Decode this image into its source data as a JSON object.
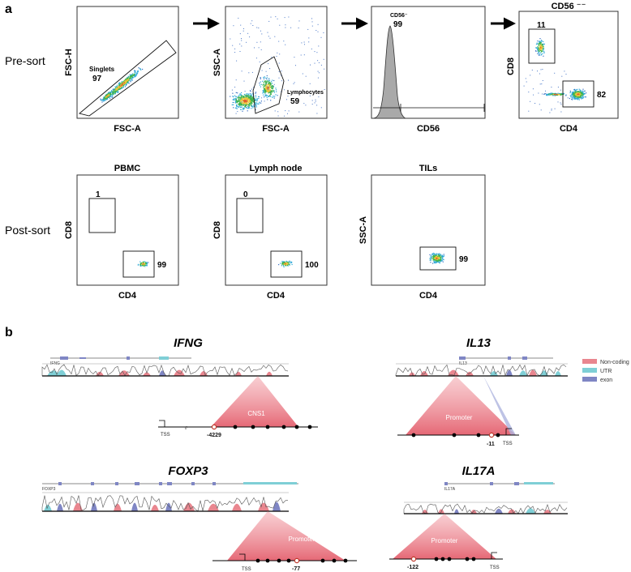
{
  "panel_a": {
    "letter": "a",
    "rows": {
      "pre": "Pre-sort",
      "post": "Post-sort"
    },
    "pre_sort": [
      {
        "id": "singlets",
        "xlabel": "FSC-A",
        "ylabel": "FSC-H",
        "gate_name": "Singlets",
        "gate_value": "97"
      },
      {
        "id": "lymph",
        "xlabel": "FSC-A",
        "ylabel": "SSC-A",
        "gate_name": "Lymphocytes",
        "gate_value": "59"
      },
      {
        "id": "cd56hist",
        "xlabel": "CD56",
        "gate_name": "CD56⁻",
        "gate_value": "99"
      },
      {
        "id": "cd4cd8",
        "title": "CD56 ⁻⁻",
        "xlabel": "CD4",
        "ylabel": "CD8",
        "gate_values": [
          "11",
          "82"
        ]
      }
    ],
    "post_sort": [
      {
        "id": "pbmc",
        "title": "PBMC",
        "xlabel": "CD4",
        "ylabel": "CD8",
        "gate_values": [
          "1",
          "99"
        ]
      },
      {
        "id": "ln",
        "title": "Lymph node",
        "xlabel": "CD4",
        "ylabel": "CD8",
        "gate_values": [
          "0",
          "100"
        ]
      },
      {
        "id": "tils",
        "title": "TILs",
        "xlabel": "CD4",
        "ylabel": "SSC-A",
        "gate_values": [
          "99"
        ]
      }
    ]
  },
  "panel_b": {
    "letter": "b",
    "legend": [
      {
        "label": "Non-coding",
        "color": "#e9868f"
      },
      {
        "label": "UTR",
        "color": "#7fcfd6"
      },
      {
        "label": "exon",
        "color": "#7f86c4"
      }
    ],
    "genes": [
      {
        "id": "ifng",
        "name": "IFNG",
        "track_label": "IFNG",
        "region_label": "CNS1",
        "tss_label": "TSS",
        "site_label": "-4229"
      },
      {
        "id": "il13",
        "name": "IL13",
        "track_label": "IL13",
        "region_label": "Promoter",
        "tss_label": "TSS",
        "site_label": "-11"
      },
      {
        "id": "foxp3",
        "name": "FOXP3",
        "track_label": "FOXP3",
        "region_label": "Promoter",
        "tss_label": "TSS",
        "site_label": "-77"
      },
      {
        "id": "il17a",
        "name": "IL17A",
        "track_label": "IL17A",
        "region_label": "Promoter",
        "tss_label": "TSS",
        "site_label": "-122"
      }
    ]
  }
}
